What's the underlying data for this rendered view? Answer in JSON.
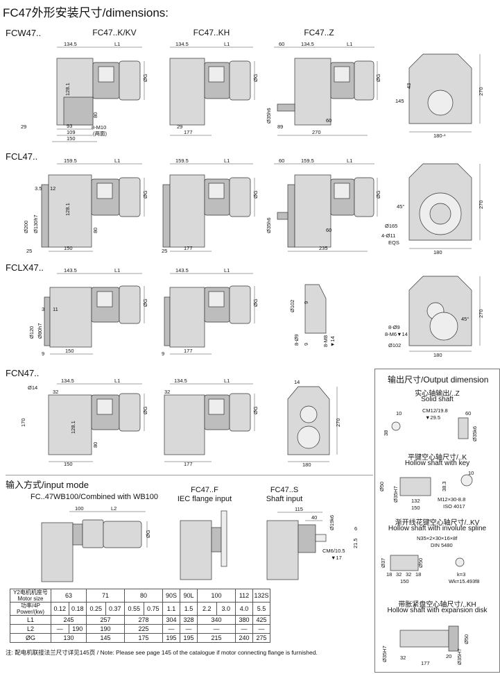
{
  "title": "FC47外形安装尺寸/dimensions:",
  "sections": {
    "fcw": "FCW47..",
    "fcl": "FCL47..",
    "fclx": "FCLX47..",
    "fcn": "FCN47.."
  },
  "headings": {
    "k_kv": "FC47..K/KV",
    "kh": "FC47..KH",
    "z": "FC47..Z"
  },
  "dims": {
    "d134_5": "134.5",
    "L1": "L1",
    "OG": "ØG",
    "d60": "60",
    "d29": "29",
    "d93": "93",
    "d109": "109",
    "d150": "150",
    "d128_1": "128.1",
    "d80": "80",
    "m10": "8-M10",
    "m10b": "(两面)",
    "d177": "177",
    "d35h6": "Ø35h6",
    "d89": "89",
    "d270": "270",
    "d145": "145",
    "d43": "43",
    "d180": "180-¹",
    "d159_5": "159.5",
    "d3_5": "3.5",
    "d12": "12",
    "d200": "Ø200",
    "d130h7": "Ø130h7",
    "d25": "25",
    "d235": "235",
    "d45": "45°",
    "d165": "Ø165",
    "d4_11": "4-Ø11",
    "eqs": "EQS",
    "d180b": "180",
    "d143_5": "143.5",
    "d3": "3",
    "d11": "11",
    "d120": "Ø120",
    "d80h7": "Ø80h7",
    "d9": "9",
    "d102": "Ø102",
    "d8_9": "8-Ø9",
    "m8": "8-M8",
    "d14v": "▼14",
    "d8_m6": "8-M6▼14",
    "d45b": "45°",
    "d14": "Ø14",
    "d32": "32",
    "d170": "170",
    "d14b": "14"
  },
  "input": {
    "heading": "输入方式/input mode",
    "wb": "FC..47WB100/Combined with WB100",
    "f1": "FC47..F",
    "f2": "IEC flange input",
    "s1": "FC47..S",
    "s2": "Shaft input",
    "d100": "100",
    "L2": "L2",
    "OG": "ØG",
    "d115": "115",
    "d40": "40",
    "d19k6": "Ø19k6",
    "d6": "6",
    "d21_5": "21.5",
    "cm6": "CM6/10.5",
    "d17": "▼17"
  },
  "output": {
    "heading": "输出尺寸/Output dimension",
    "solid_cn": "实心轴输出/..Z",
    "solid_en": "Solid shaft",
    "key_cn": "平键空心轴尺寸/..K",
    "key_en": "Hollow shaft with key",
    "spline_cn": "渐开线花键空心轴尺寸/..KV",
    "spline_en": "Hollow shaft with involute spline",
    "disk_cn": "带胀紧盘空心轴尺寸/..KH",
    "disk_en": "Hollow shaft with expansion disk",
    "s10": "10",
    "cm12": "CM12/19.8",
    "t29": "▼29.5",
    "s60": "60",
    "s38": "38",
    "s35k6": "Ø35k6",
    "k50": "Ø50",
    "k35h7": "Ø35H7",
    "k132": "132",
    "k150": "150",
    "m12": "M12×30-8.8",
    "iso": "ISO 4017",
    "k10": "10",
    "k38_3": "38.3",
    "n35": "N35×2×30×16×8f",
    "din": "DIN 5480",
    "s37": "Ø37",
    "s50": "Ø50",
    "s18": "18",
    "s32": "32",
    "s32b": "32",
    "s18b": "18",
    "s150": "150",
    "k3": "k=3",
    "wk": "Wk=15.493f8",
    "e50": "Ø50",
    "e35": "Ø35H7",
    "e32": "32",
    "e20": "20",
    "e177": "177",
    "e35b": "Ø35H7"
  },
  "table": {
    "hdr_cn": "Y2电机机座号",
    "hdr_en": "Motor size",
    "pw_cn": "功率/4P",
    "pw_en": "Power/(kw)",
    "sizes": [
      "63",
      "71",
      "80",
      "90S",
      "90L",
      "100",
      "112",
      "132S"
    ],
    "powers": [
      "0.12",
      "0.18",
      "0.25",
      "0.37",
      "0.55",
      "0.75",
      "1.1",
      "1.5",
      "2.2",
      "3.0",
      "4.0",
      "5.5"
    ],
    "l1_label": "L1",
    "l1": [
      "245",
      "257",
      "278",
      "304",
      "328",
      "340",
      "380",
      "425"
    ],
    "l2_label": "L2",
    "l2": [
      "—",
      "190",
      "190",
      "225",
      "—",
      "—",
      "—",
      "—",
      "—"
    ],
    "g_label": "ØG",
    "g": [
      "130",
      "145",
      "175",
      "195",
      "195",
      "215",
      "240",
      "275"
    ]
  },
  "note": "注: 配电机联接法兰尺寸详见145页 / Note: Please see page 145 of the catalogue  if motor connecting flange is furnished."
}
